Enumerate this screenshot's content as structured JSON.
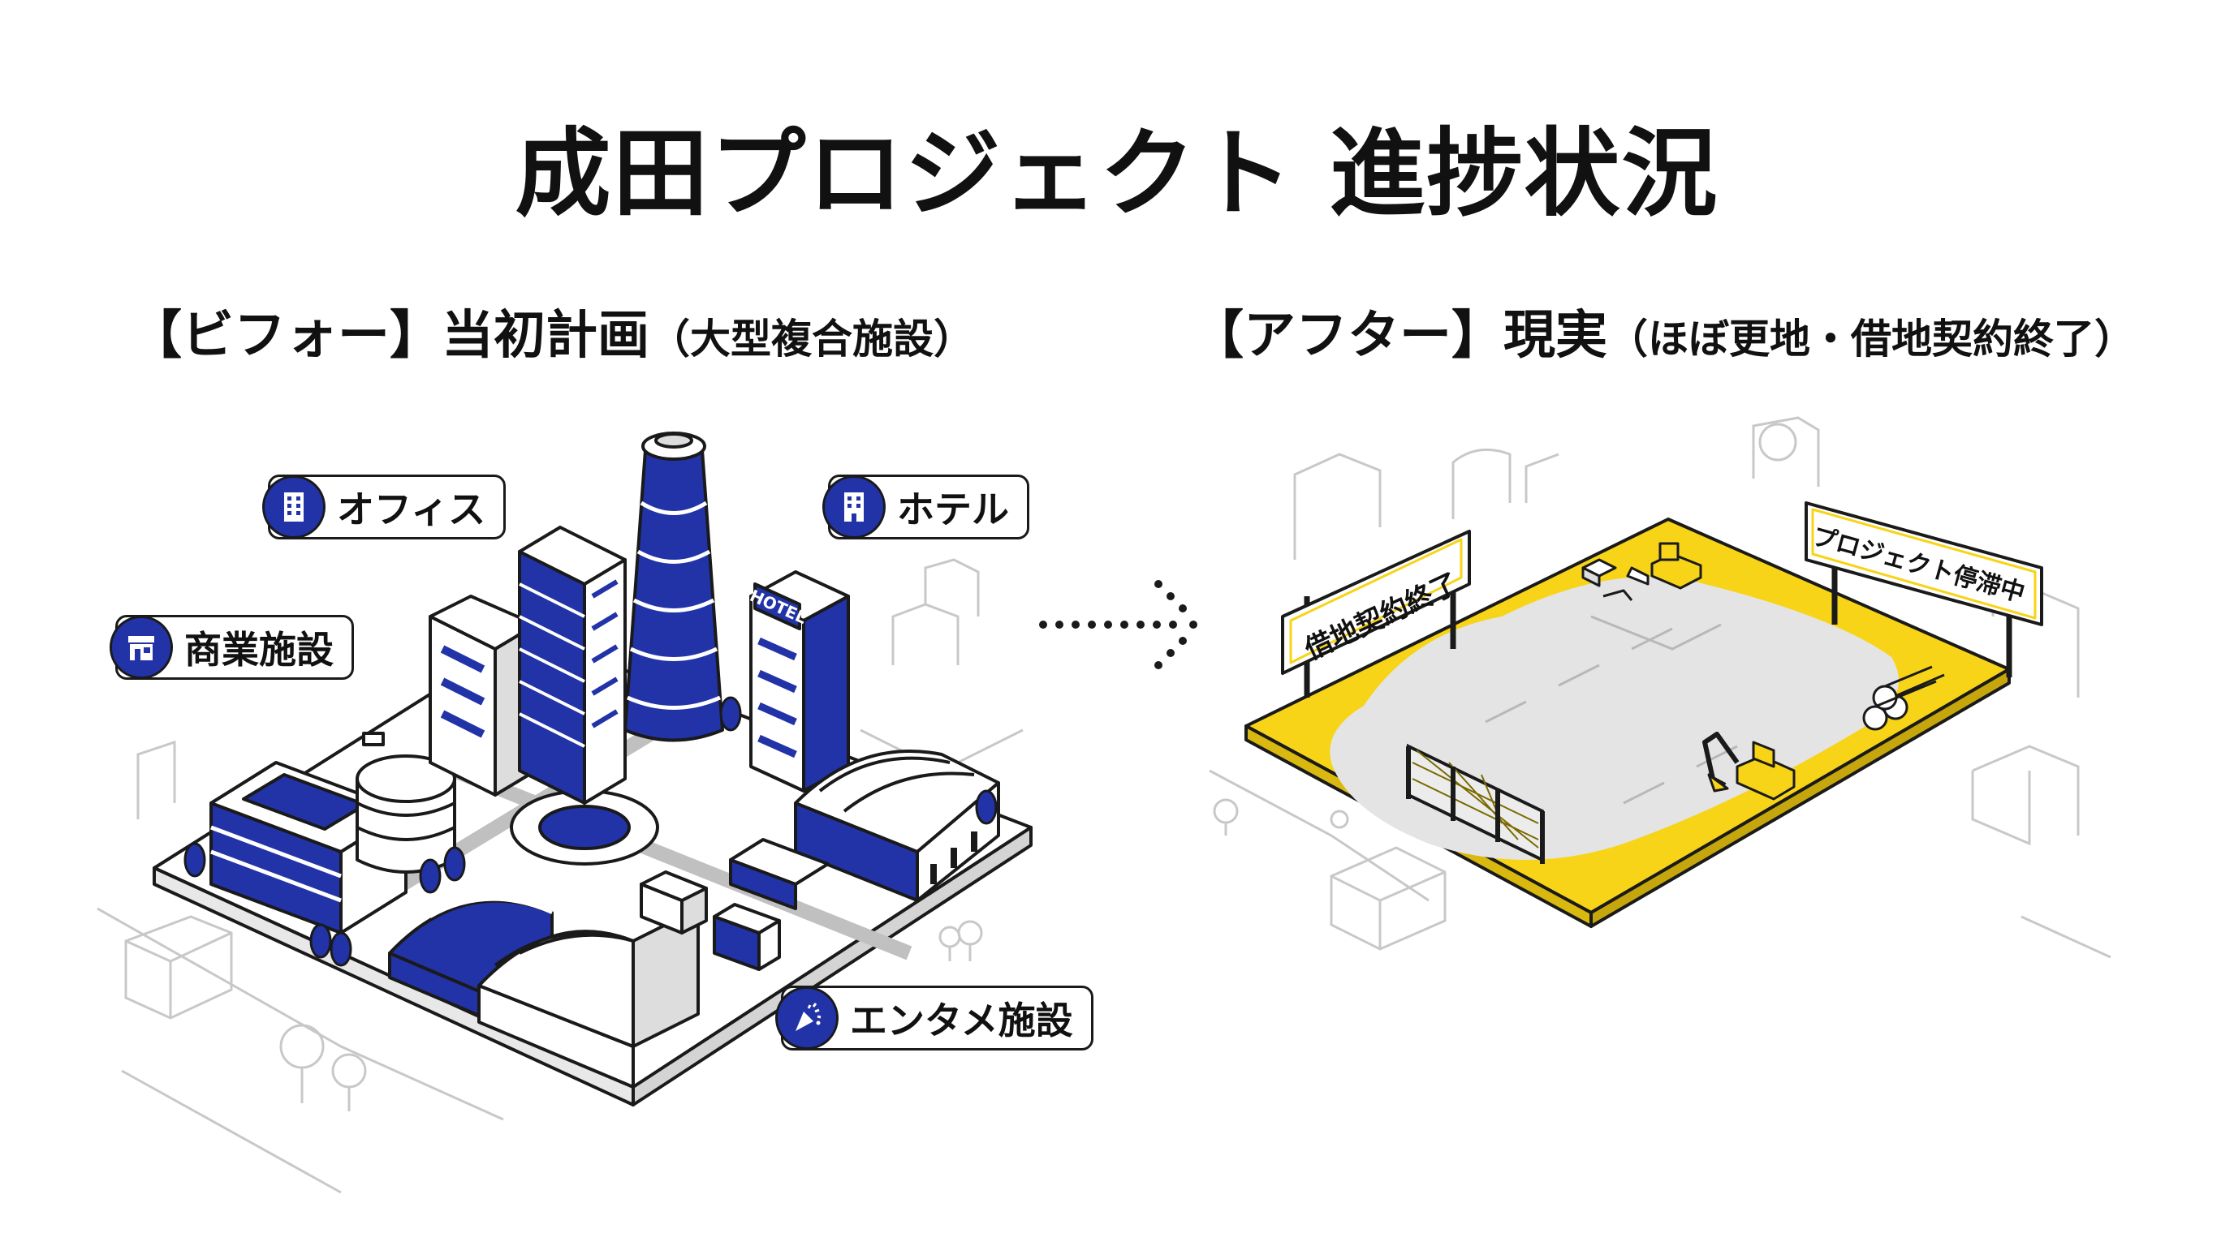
{
  "title": "成田プロジェクト 進捗状況",
  "before": {
    "heading": "【ビフォー】当初計画",
    "subheading": "（大型複合施設）",
    "labels": {
      "office": "オフィス",
      "hotel": "ホテル",
      "commercial": "商業施設",
      "entertainment": "エンタメ施設"
    },
    "hotel_sign": "HOTEL"
  },
  "after": {
    "heading": "【アフター】現実",
    "subheading": "（ほぼ更地・借地契約終了）",
    "sign_left": "借地契約終了",
    "sign_right": "プロジェクト停滞中"
  },
  "colors": {
    "accent_blue": "#2233a8",
    "accent_yellow": "#f7d417",
    "line": "#1a1a1a",
    "ground_gray": "#e4e4e4",
    "sketch_gray": "#c8c8c8"
  }
}
